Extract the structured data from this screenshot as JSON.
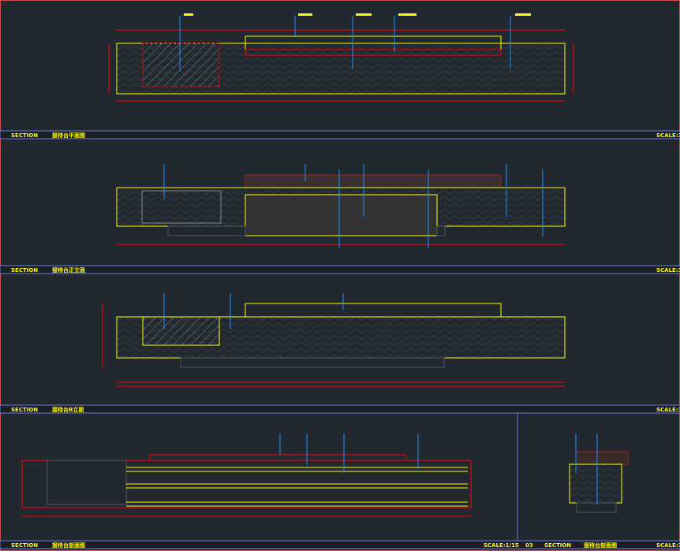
{
  "colors": {
    "background": "#212830",
    "outline": "#ffff00",
    "dimension": "#ff0000",
    "leader": "#1e90ff",
    "frame": "#6a7bd6"
  },
  "views": [
    {
      "section_label": "SECTION",
      "title": "接待台平面图",
      "scale": "SCALE:1"
    },
    {
      "section_label": "SECTION",
      "title": "接待台正立面",
      "scale": "SCALE:1"
    },
    {
      "section_label": "SECTION",
      "title": "接待台B立面",
      "scale": "SCALE:1"
    },
    {
      "section_label": "SECTION",
      "title": "接待台剖面图",
      "scale": "SCALE:1/15"
    },
    {
      "tag": "03",
      "section_label": "SECTION",
      "title": "接待台剖面图",
      "scale": "SCALE:1"
    }
  ]
}
